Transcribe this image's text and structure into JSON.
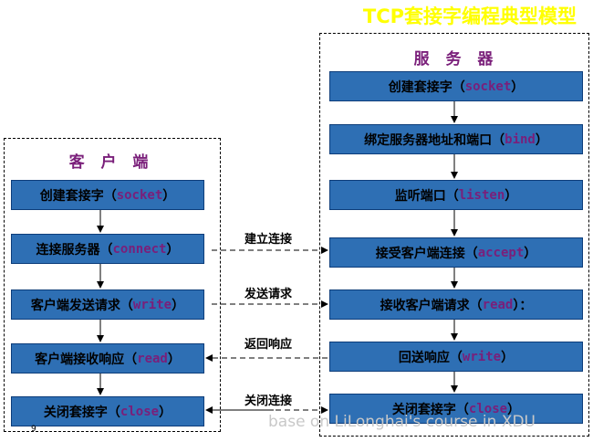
{
  "title": "TCP套接字编程典型模型",
  "server": {
    "label": "服 务 器",
    "steps": [
      {
        "text": "创建套接字（",
        "kw": "socket",
        "tail": "）"
      },
      {
        "text": "绑定服务器地址和端口（",
        "kw": "bind",
        "tail": "）"
      },
      {
        "text": "监听端口（",
        "kw": "listen",
        "tail": "）"
      },
      {
        "text": "接受客户端连接（",
        "kw": "accept",
        "tail": "）"
      },
      {
        "text": "接收客户端请求（",
        "kw": "read",
        "tail": "）："
      },
      {
        "text": "回送响应（",
        "kw": "write",
        "tail": "）"
      },
      {
        "text": "关闭套接字（",
        "kw": "close",
        "tail": "）"
      }
    ]
  },
  "client": {
    "label": "客 户 端",
    "steps": [
      {
        "text": "创建套接字（",
        "kw": "socket",
        "tail": "）"
      },
      {
        "text": "连接服务器（",
        "kw": "connect",
        "tail": "）"
      },
      {
        "text": "客户端发送请求（",
        "kw": "write",
        "tail": "）"
      },
      {
        "text": "客户端接收响应（",
        "kw": "read",
        "tail": "）"
      },
      {
        "text": "关闭套接字（",
        "kw": "close",
        "tail": "）"
      }
    ]
  },
  "connections": [
    {
      "label": "建立连接"
    },
    {
      "label": "发送请求"
    },
    {
      "label": "返回响应"
    },
    {
      "label": "关闭连接"
    }
  ],
  "watermark": "base on LiLonghai's course in XDU",
  "page_number": "9",
  "colors": {
    "box": "#2e6fb4",
    "keyword": "#7a1f7a",
    "title": "#ffff00"
  }
}
